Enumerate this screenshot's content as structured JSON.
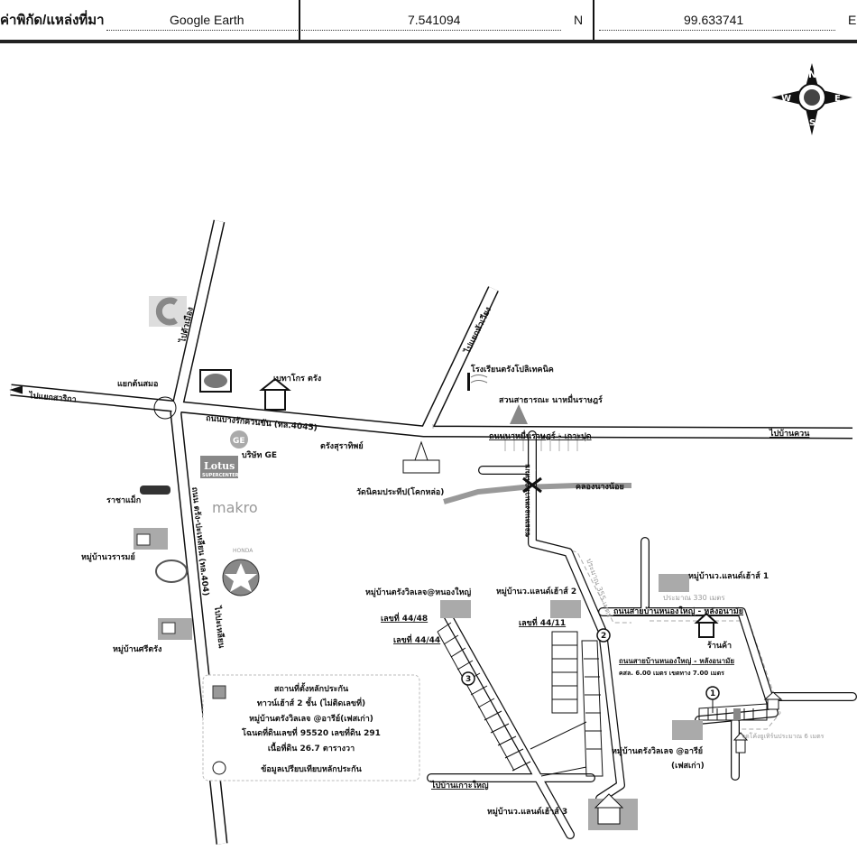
{
  "header": {
    "label": "ค่าพิกัด/แหล่งที่มา",
    "source": "Google Earth",
    "latitude": "7.541094",
    "lat_dir": "N",
    "longitude": "99.633741",
    "lon_dir": "E"
  },
  "compass": {
    "n": "N",
    "s": "S",
    "e": "E",
    "w": "W"
  },
  "roads": {
    "to_sarika": "ไปแยกสาริกา",
    "bangrak": "ถนนบางรักควนขัน (ทล.4045)",
    "north_road": "ไปตัวเมือง",
    "trang_palian": "ถนน ตรัง-ปะเหลียน (ทล.404)",
    "to_palian": "ไปปะเหลียน",
    "to_huawiang": "ไปแยกหัวเวียง",
    "namuen": "ถนนนาหมื่นราษฎร์ - เกาะปุด",
    "to_bankhuan": "ไปบ้านควน",
    "soi": "ซอยหนองหนานกแหมบ",
    "nongyai_1": "ถนนสายบ้านหนองใหญ่ - หลังอนามัย",
    "nongyai_2": "ถนนสายบ้านหนองใหญ่ - หลังอนามัย",
    "nongyai_spec": "คสล. 6.00 เมตร เขตทาง 7.00 เมตร",
    "to_kohyai": "ไปบ้านเกาะใหญ่"
  },
  "landmarks": {
    "tonsamo": "แยกต้นสมอ",
    "betagro": "เบทาโกร ตรัง",
    "ge": "บริษัท GE",
    "ge_logo": "GE",
    "surathip": "ตรังสุราทิพย์",
    "wat": "วัดนิคมประทีป(โคกหล่อ)",
    "lotus_logo": "Lotus",
    "lotus_sub": "SUPERCENTER",
    "makro_logo": "makro",
    "honda_logo": "HONDA",
    "rachamag": "ราชาแม็ก",
    "wararom": "หมู่บ้านวรารมย์",
    "sritrang": "หมู่บ้านศรีตรัง",
    "polytech": "โรงเรียนตรังโปลิเทคนิค",
    "park": "สวนสาธารณะ นาหมื่นราษฎร์",
    "canal": "คลองนางน้อย",
    "dist_355": "ประมาณ 355 เมตร",
    "dist_330": "ประมาณ 330 เมตร",
    "uturn": "จุดโค้งยูเทิร์นประมาณ 6 เมตร",
    "land_house_1": "หมู่บ้านว.แลนด์เฮ้าส์ 1",
    "land_house_2": "หมู่บ้านว.แลนด์เฮ้าส์ 2",
    "land_house_3": "หมู่บ้านว.แลนด์เฮ้าส์ 3",
    "nongyai_village": "หมู่บ้านตรังวิลเลจ@หนองใหญ่",
    "shop": "ร้านค้า",
    "no_4448": "เลขที่ 44/48",
    "no_4444": "เลขที่ 44/44",
    "no_4411": "เลขที่ 44/11",
    "ari_village": "หมู่บ้านตรังวิลเลจ @อารีย์",
    "ari_phase": "(เฟสเก่า)"
  },
  "markers": [
    "1",
    "2",
    "3"
  ],
  "legend": {
    "line1": "สถานที่ตั้งหลักประกัน",
    "line2": "ทาวน์เฮ้าส์ 2 ชั้น (ไม่ติดเลขที่)",
    "line3": "หมู่บ้านตรังวิลเลจ @อารีย์(เฟสเก่า)",
    "line4": "โฉนดที่ดินเลขที่ 95520 เลขที่ดิน 291",
    "line5": "เนื้อที่ดิน 26.7 ตารางวา",
    "line6": "ข้อมูลเปรียบเทียบหลักประกัน"
  }
}
